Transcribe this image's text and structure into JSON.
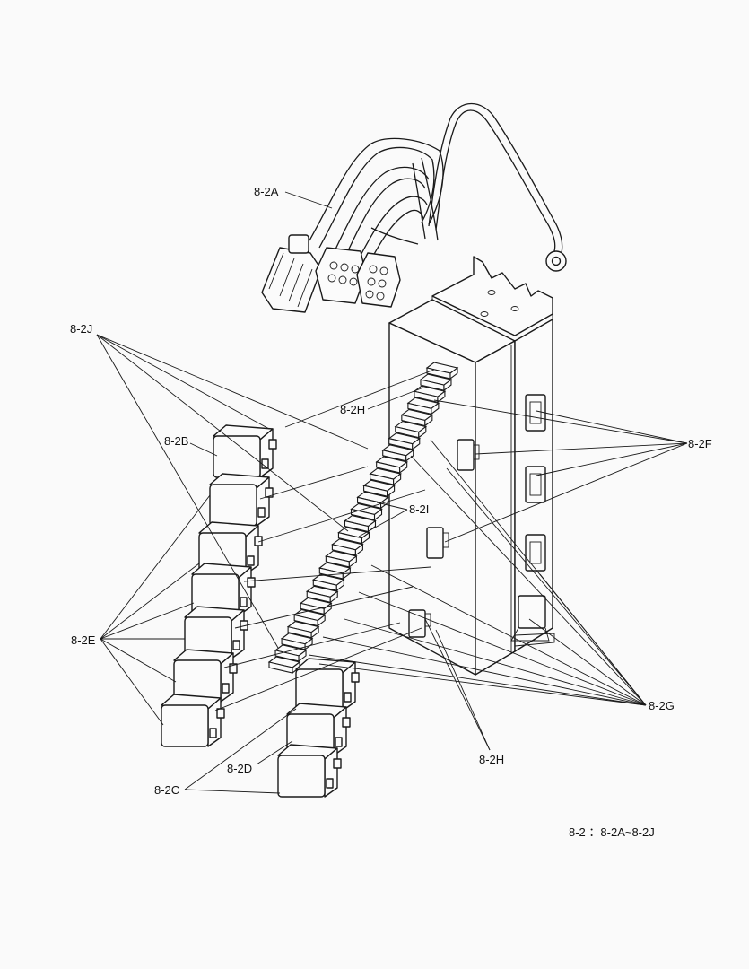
{
  "labels": {
    "a": "8-2A",
    "j": "8-2J",
    "b": "8-2B",
    "h_top": "8-2H",
    "f": "8-2F",
    "i": "8-2I",
    "e": "8-2E",
    "g": "8-2G",
    "d": "8-2D",
    "c": "8-2C",
    "h_bottom": "8-2H"
  },
  "caption": "8-2 ：8-2A~8-2J"
}
